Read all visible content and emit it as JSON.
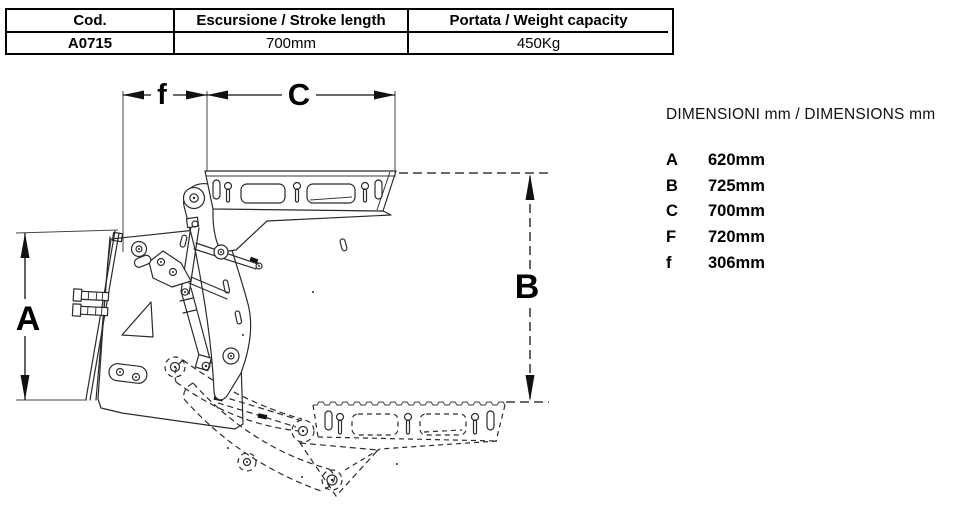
{
  "table": {
    "headers": [
      "Cod.",
      "Escursione / Stroke length",
      "Portata / Weight capacity"
    ],
    "row": [
      "A0715",
      "700mm",
      "450Kg"
    ]
  },
  "dimensions": {
    "title": "DIMENSIONI mm / DIMENSIONS mm",
    "items": [
      {
        "label": "A",
        "value": "620mm"
      },
      {
        "label": "B",
        "value": "725mm"
      },
      {
        "label": "C",
        "value": "700mm"
      },
      {
        "label": "F",
        "value": "720mm"
      },
      {
        "label": "f",
        "value": "306mm"
      }
    ]
  },
  "drawing": {
    "labels": {
      "f": "f",
      "C": "C",
      "A": "A",
      "B": "B"
    }
  },
  "colors": {
    "line": "#2b2b2b",
    "text": "#000000",
    "background": "#ffffff"
  }
}
